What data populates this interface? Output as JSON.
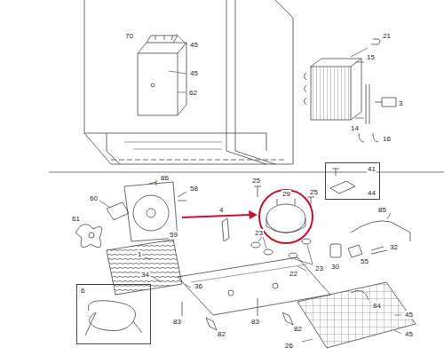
{
  "diagram": {
    "nodes": [
      {
        "text": [
          "41",
          "44"
        ]
      },
      {
        "text": [
          "6"
        ]
      }
    ],
    "labels": [
      "70",
      "45",
      "45",
      "62",
      "21",
      "15",
      "14",
      "3",
      "16",
      "86",
      "58",
      "60",
      "61",
      "59",
      "4",
      "25",
      "25",
      "29",
      "23",
      "23",
      "1",
      "34",
      "36",
      "22",
      "83",
      "82",
      "83",
      "82",
      "85",
      "30",
      "55",
      "32",
      "84",
      "45",
      "45",
      "26"
    ]
  }
}
